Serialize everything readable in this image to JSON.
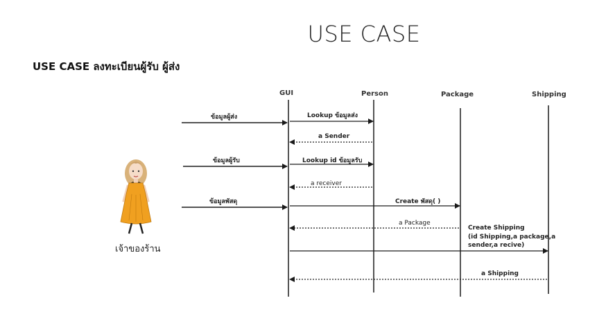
{
  "title": "USE CASE",
  "subtitle": "USE CASE ลงทะเบียนผู้รับ ผู้ส่ง",
  "actor": {
    "label": "เจ้าของร้าน"
  },
  "lifelines": [
    {
      "id": "gui",
      "label": "GUI"
    },
    {
      "id": "person",
      "label": "Person"
    },
    {
      "id": "package",
      "label": "Package"
    },
    {
      "id": "shipping",
      "label": "Shipping"
    }
  ],
  "messages": [
    {
      "id": "m1",
      "label": "ข้อมูลผู้ส่ง",
      "from": "actor",
      "to": "gui",
      "style": "solid"
    },
    {
      "id": "m2",
      "label": "Lookup ข้อมูลส่ง",
      "from": "gui",
      "to": "person",
      "style": "solid"
    },
    {
      "id": "m3",
      "label": "a Sender",
      "from": "person",
      "to": "gui",
      "style": "dashed"
    },
    {
      "id": "m4",
      "label": "ข้อมูลผู้รับ",
      "from": "actor",
      "to": "gui",
      "style": "solid"
    },
    {
      "id": "m5",
      "label": "Lookup  id ข้อมูลรับ",
      "from": "gui",
      "to": "person",
      "style": "solid"
    },
    {
      "id": "m6",
      "label": "a receiver",
      "from": "person",
      "to": "gui",
      "style": "dashed"
    },
    {
      "id": "m7",
      "label": "ข้อมูลพัสดุ",
      "from": "actor",
      "to": "gui",
      "style": "solid"
    },
    {
      "id": "m8",
      "label": "Create พัสดุ(   )",
      "from": "gui",
      "to": "package",
      "style": "solid"
    },
    {
      "id": "m9",
      "label": "a Package",
      "from": "package",
      "to": "gui",
      "style": "dashed"
    },
    {
      "id": "m10",
      "label": "Create Shipping\n(id Shipping,a package,a sender,a recive)",
      "from": "gui",
      "to": "shipping",
      "style": "solid"
    },
    {
      "id": "m11",
      "label": "a Shipping",
      "from": "shipping",
      "to": "gui",
      "style": "dashed"
    }
  ],
  "colors": {
    "line": "#1a1a1a",
    "dress": "#f0a020",
    "hair": "#d9b27a"
  }
}
